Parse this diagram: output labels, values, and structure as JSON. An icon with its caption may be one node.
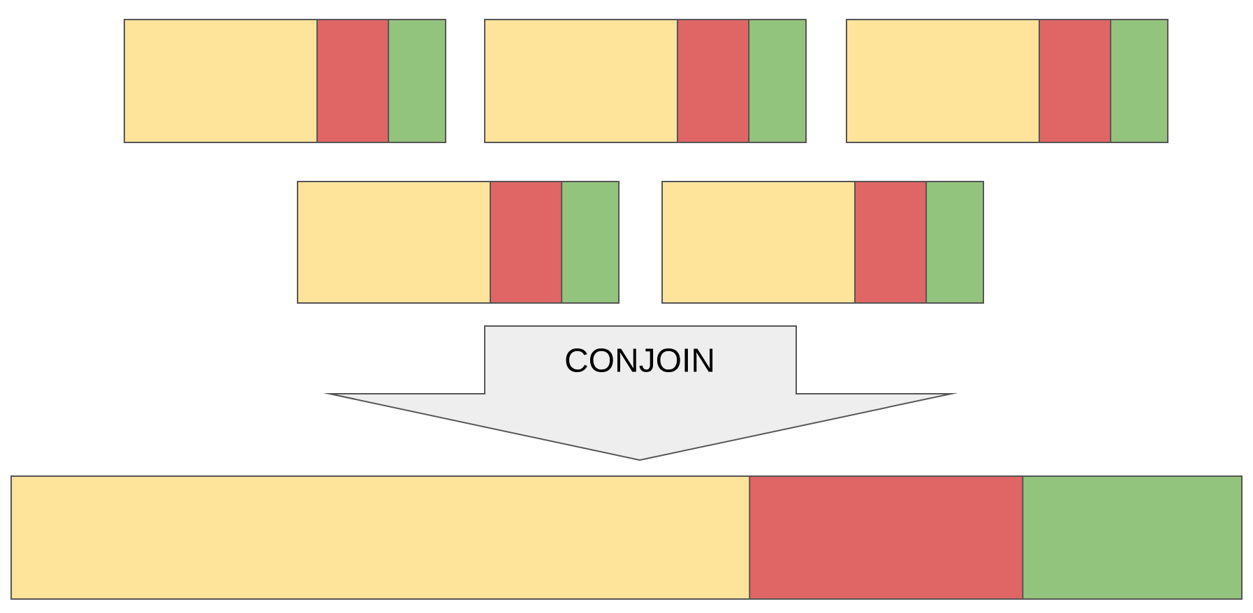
{
  "diagram": {
    "nodes": [
      {
        "text": [],
        "shape": "bar"
      },
      {
        "text": [],
        "shape": "bar"
      },
      {
        "text": [],
        "shape": "bar"
      },
      {
        "text": [],
        "shape": "bar"
      },
      {
        "text": [],
        "shape": "bar"
      },
      {
        "text": [],
        "shape": "bar"
      }
    ],
    "edges": [
      {
        "from": 0,
        "to": 5,
        "arrow": "to",
        "label": "CONJOIN"
      },
      {
        "from": 1,
        "to": 5,
        "arrow": "to"
      },
      {
        "from": 2,
        "to": 5,
        "arrow": "to"
      },
      {
        "from": 3,
        "to": 5,
        "arrow": "to"
      },
      {
        "from": 4,
        "to": 5,
        "arrow": "to"
      }
    ]
  }
}
